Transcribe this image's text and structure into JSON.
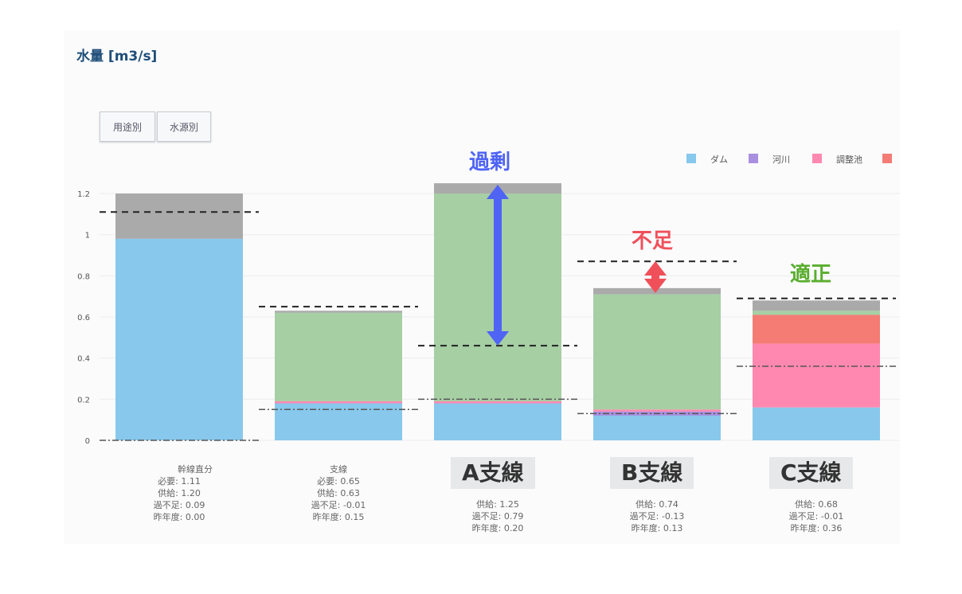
{
  "title": "水量 [m3/s]",
  "buttons": [
    "用途別",
    "水源別"
  ],
  "chart_data": {
    "type": "bar",
    "stacked": true,
    "ylim": [
      0,
      1.2
    ],
    "yticks": [
      "0",
      "0.2",
      "0.4",
      "0.6",
      "0.8",
      "1",
      "1.2"
    ],
    "grid": true,
    "legend": "top-right",
    "categories": [
      "幹線直分",
      "支線",
      "A支線",
      "B支線",
      "C支線"
    ],
    "series": [
      {
        "name": "ダム",
        "color": "#88c8ec",
        "values": [
          0.98,
          0.18,
          0.18,
          0.12,
          0.16
        ]
      },
      {
        "name": "河川",
        "color": "#a98fe0",
        "values": [
          0,
          0,
          0,
          0.02,
          0
        ]
      },
      {
        "name": "調整池",
        "color": "#ff88b0",
        "values": [
          0,
          0.01,
          0.01,
          0.01,
          0.31
        ]
      },
      {
        "name": "",
        "color": "#f47c74",
        "values": [
          0,
          0,
          0,
          0,
          0.14
        ]
      },
      {
        "name": "",
        "color": "#a6cfa4",
        "values": [
          0,
          0.43,
          1.01,
          0.56,
          0.02
        ]
      },
      {
        "name": "",
        "color": "#aaaaaa",
        "values": [
          0.22,
          0.01,
          0.05,
          0.03,
          0.05
        ]
      }
    ],
    "required": [
      1.11,
      0.65,
      0.46,
      0.87,
      0.69
    ],
    "last_year": [
      0.0,
      0.15,
      0.2,
      0.13,
      0.36
    ],
    "info": [
      [
        "必要: 1.11",
        "供給: 1.20",
        "過不足: 0.09",
        "昨年度: 0.00"
      ],
      [
        "必要: 0.65",
        "供給: 0.63",
        "過不足: -0.01",
        "昨年度: 0.15"
      ],
      [
        "",
        "供給: 1.25",
        "過不足: 0.79",
        "昨年度: 0.20"
      ],
      [
        "",
        "供給: 0.74",
        "過不足: -0.13",
        "昨年度: 0.13"
      ],
      [
        "",
        "供給: 0.68",
        "過不足: -0.01",
        "昨年度: 0.36"
      ]
    ],
    "overlay_labels": [
      "A支線",
      "B支線",
      "C支線"
    ],
    "annotations": [
      {
        "text": "過剰",
        "color": "#4f63f5"
      },
      {
        "text": "不足",
        "color": "#f0505a"
      },
      {
        "text": "適正",
        "color": "#5aad2e"
      }
    ]
  }
}
